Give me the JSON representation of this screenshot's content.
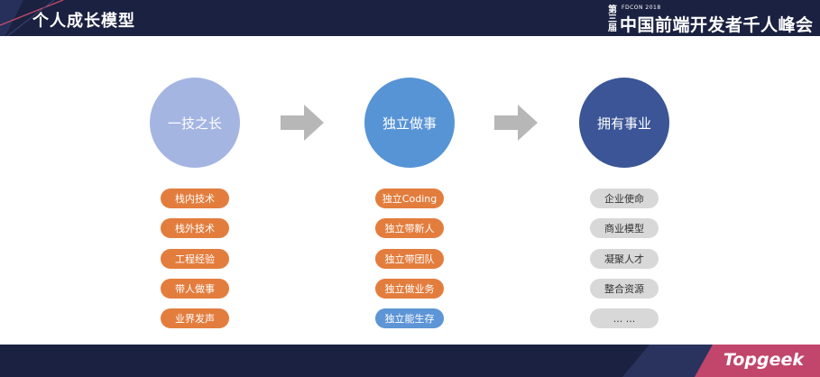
{
  "header": {
    "title": "个人成长模型",
    "conference": {
      "edition": "第三届",
      "subtitle": "FDCON 2018",
      "name": "中国前端开发者千人峰会"
    }
  },
  "diagram": {
    "stages": [
      {
        "label": "一技之长",
        "color": "#a5b5e2",
        "items": [
          "栈内技术",
          "栈外技术",
          "工程经验",
          "带人做事",
          "业界发声"
        ]
      },
      {
        "label": "独立做事",
        "color": "#5794d5",
        "items": [
          "独立Coding",
          "独立带新人",
          "独立带团队",
          "独立做业务",
          "独立能生存"
        ]
      },
      {
        "label": "拥有事业",
        "color": "#3b5596",
        "items": [
          "企业使命",
          "商业模型",
          "凝聚人才",
          "整合资源",
          "... ..."
        ]
      }
    ],
    "arrow_color": "#b7b7b7",
    "pill_colors": {
      "orange": "#e37d3d",
      "blue": "#5d95d6",
      "gray": "#d8d8d8"
    }
  },
  "footer": {
    "brand": "Topgeek"
  }
}
